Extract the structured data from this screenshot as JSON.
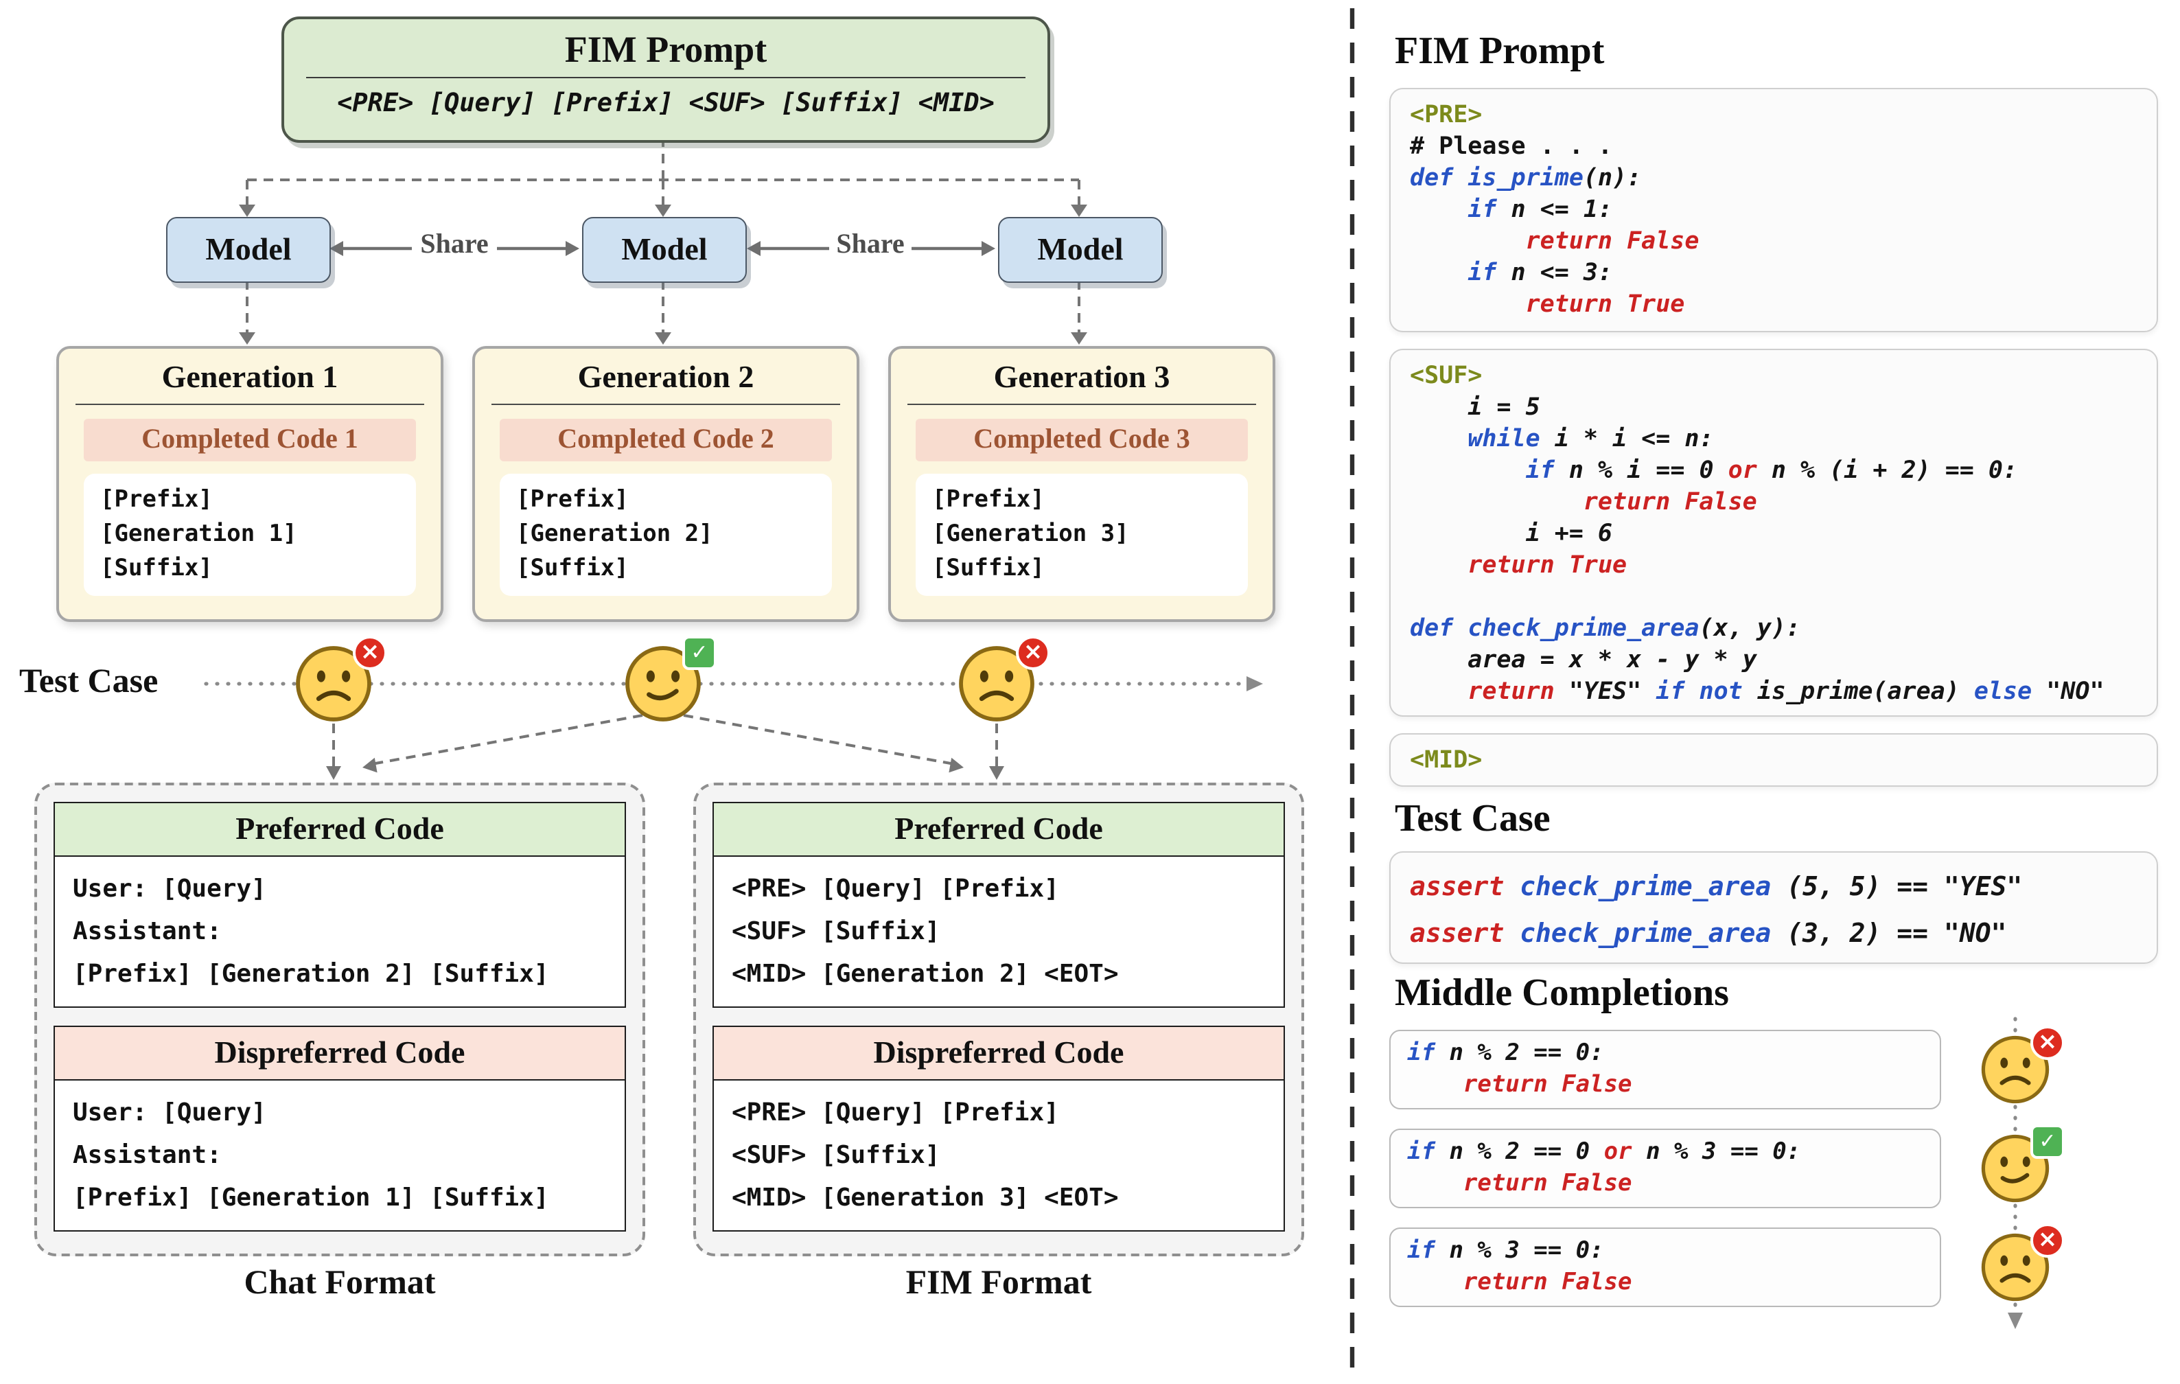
{
  "icons": {
    "fail_icon": "×",
    "pass_icon": "✓"
  },
  "left": {
    "fim_prompt": {
      "title": "FIM Prompt",
      "tokens": "<PRE> [Query] [Prefix] <SUF> [Suffix] <MID>"
    },
    "models": [
      "Model",
      "Model",
      "Model"
    ],
    "share_labels": [
      "Share",
      "Share"
    ],
    "generations": [
      {
        "title": "Generation 1",
        "header": "Completed Code 1",
        "status": "fail",
        "lines": [
          "[Prefix]",
          "[Generation 1]",
          "[Suffix]"
        ]
      },
      {
        "title": "Generation 2",
        "header": "Completed Code 2",
        "status": "pass",
        "lines": [
          "[Prefix]",
          "[Generation 2]",
          "[Suffix]"
        ]
      },
      {
        "title": "Generation 3",
        "header": "Completed Code 3",
        "status": "fail",
        "lines": [
          "[Prefix]",
          "[Generation 3]",
          "[Suffix]"
        ]
      }
    ],
    "test_case_label": "Test Case",
    "chat_format": {
      "caption": "Chat Format",
      "preferred": {
        "title": "Preferred Code",
        "lines": [
          "User: [Query]",
          "Assistant:",
          "[Prefix] [Generation 2] [Suffix]"
        ]
      },
      "dispreferred": {
        "title": "Dispreferred Code",
        "lines": [
          "User: [Query]",
          "Assistant:",
          "[Prefix] [Generation 1] [Suffix]"
        ]
      }
    },
    "fim_format": {
      "caption": "FIM Format",
      "preferred": {
        "title": "Preferred Code",
        "lines": [
          "<PRE> [Query] [Prefix]",
          "<SUF> [Suffix]",
          "<MID> [Generation 2] <EOT>"
        ]
      },
      "dispreferred": {
        "title": "Dispreferred Code",
        "lines": [
          "<PRE> [Query] [Prefix]",
          "<SUF> [Suffix]",
          "<MID> [Generation 3] <EOT>"
        ]
      }
    }
  },
  "right": {
    "fim_prompt_heading": "FIM Prompt",
    "pre": {
      "tag": "<PRE>",
      "l1": "# Please . . .",
      "l2a": "def ",
      "l2b": "is_prime",
      "l2c": "(n):",
      "l3a": "    ",
      "l3b": "if ",
      "l3c": "n <= 1:",
      "l4": "        return False",
      "l5a": "    ",
      "l5b": "if ",
      "l5c": "n <= 3:",
      "l6": "        return True"
    },
    "suf": {
      "tag": "<SUF>",
      "l1": "    i = 5",
      "l2a": "    ",
      "l2b": "while ",
      "l2c": "i * i <= n:",
      "l3a": "        ",
      "l3b": "if ",
      "l3c": "n % i == 0 ",
      "l3d": "or",
      "l3e": " n % (i + 2) == 0:",
      "l4": "            return False",
      "l5": "        i += 6",
      "l6a": "    ",
      "l6b": "return True",
      "l7": "",
      "l8a": "def ",
      "l8b": "check_prime_area",
      "l8c": "(x, y):",
      "l9": "    area = x * x - y * y",
      "l10a": "    ",
      "l10b": "return ",
      "l10c": "\"YES\" ",
      "l10d": "if not ",
      "l10e": "is_prime(area) ",
      "l10f": "else ",
      "l10g": "\"NO\""
    },
    "mid": {
      "tag": "<MID>"
    },
    "test_case_heading": "Test Case",
    "test_case": {
      "l1a": "assert ",
      "l1b": "check_prime_area ",
      "l1c": "(5, 5) == \"YES\"",
      "l2a": "assert ",
      "l2b": "check_prime_area ",
      "l2c": "(3, 2) == \"NO\""
    },
    "middle_completions_heading": "Middle Completions",
    "completions": [
      {
        "status": "fail",
        "l1a": "if ",
        "l1b": "n % 2 == 0:",
        "l2": "    return False"
      },
      {
        "status": "pass",
        "l1a": "if ",
        "l1b": "n % 2 == 0 ",
        "l1c": "or",
        "l1d": " n % 3 == 0:",
        "l2": "    return False"
      },
      {
        "status": "fail",
        "l1a": "if ",
        "l1b": "n % 3 == 0:",
        "l2": "    return False"
      }
    ]
  }
}
